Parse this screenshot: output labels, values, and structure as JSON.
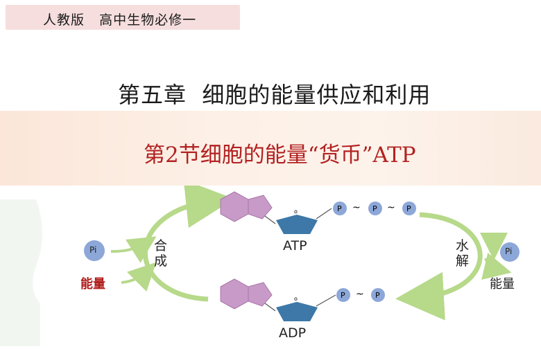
{
  "header": {
    "tag": "人教版   高中生物必修一"
  },
  "chapter_title": "第五章  细胞的能量供应和利用",
  "section_title": "第2节细胞的能量“货币”ATP",
  "diagram": {
    "atp_label": "ATP",
    "adp_label": "ADP",
    "synthesis_label": "合\n成",
    "hydrolysis_label": "水\n解",
    "pi_label": "Pi",
    "energy_left": "能量",
    "energy_right": "能量",
    "phosphate": "P",
    "tilde": "~",
    "oxygen": "o",
    "colors": {
      "arrow": "#b7d98a",
      "adenine": "#c89ac8",
      "ribose": "#3d78a8",
      "phosphate": "#8ca7d8",
      "energy_red": "#b01a1a",
      "title_red": "#b22222"
    }
  }
}
